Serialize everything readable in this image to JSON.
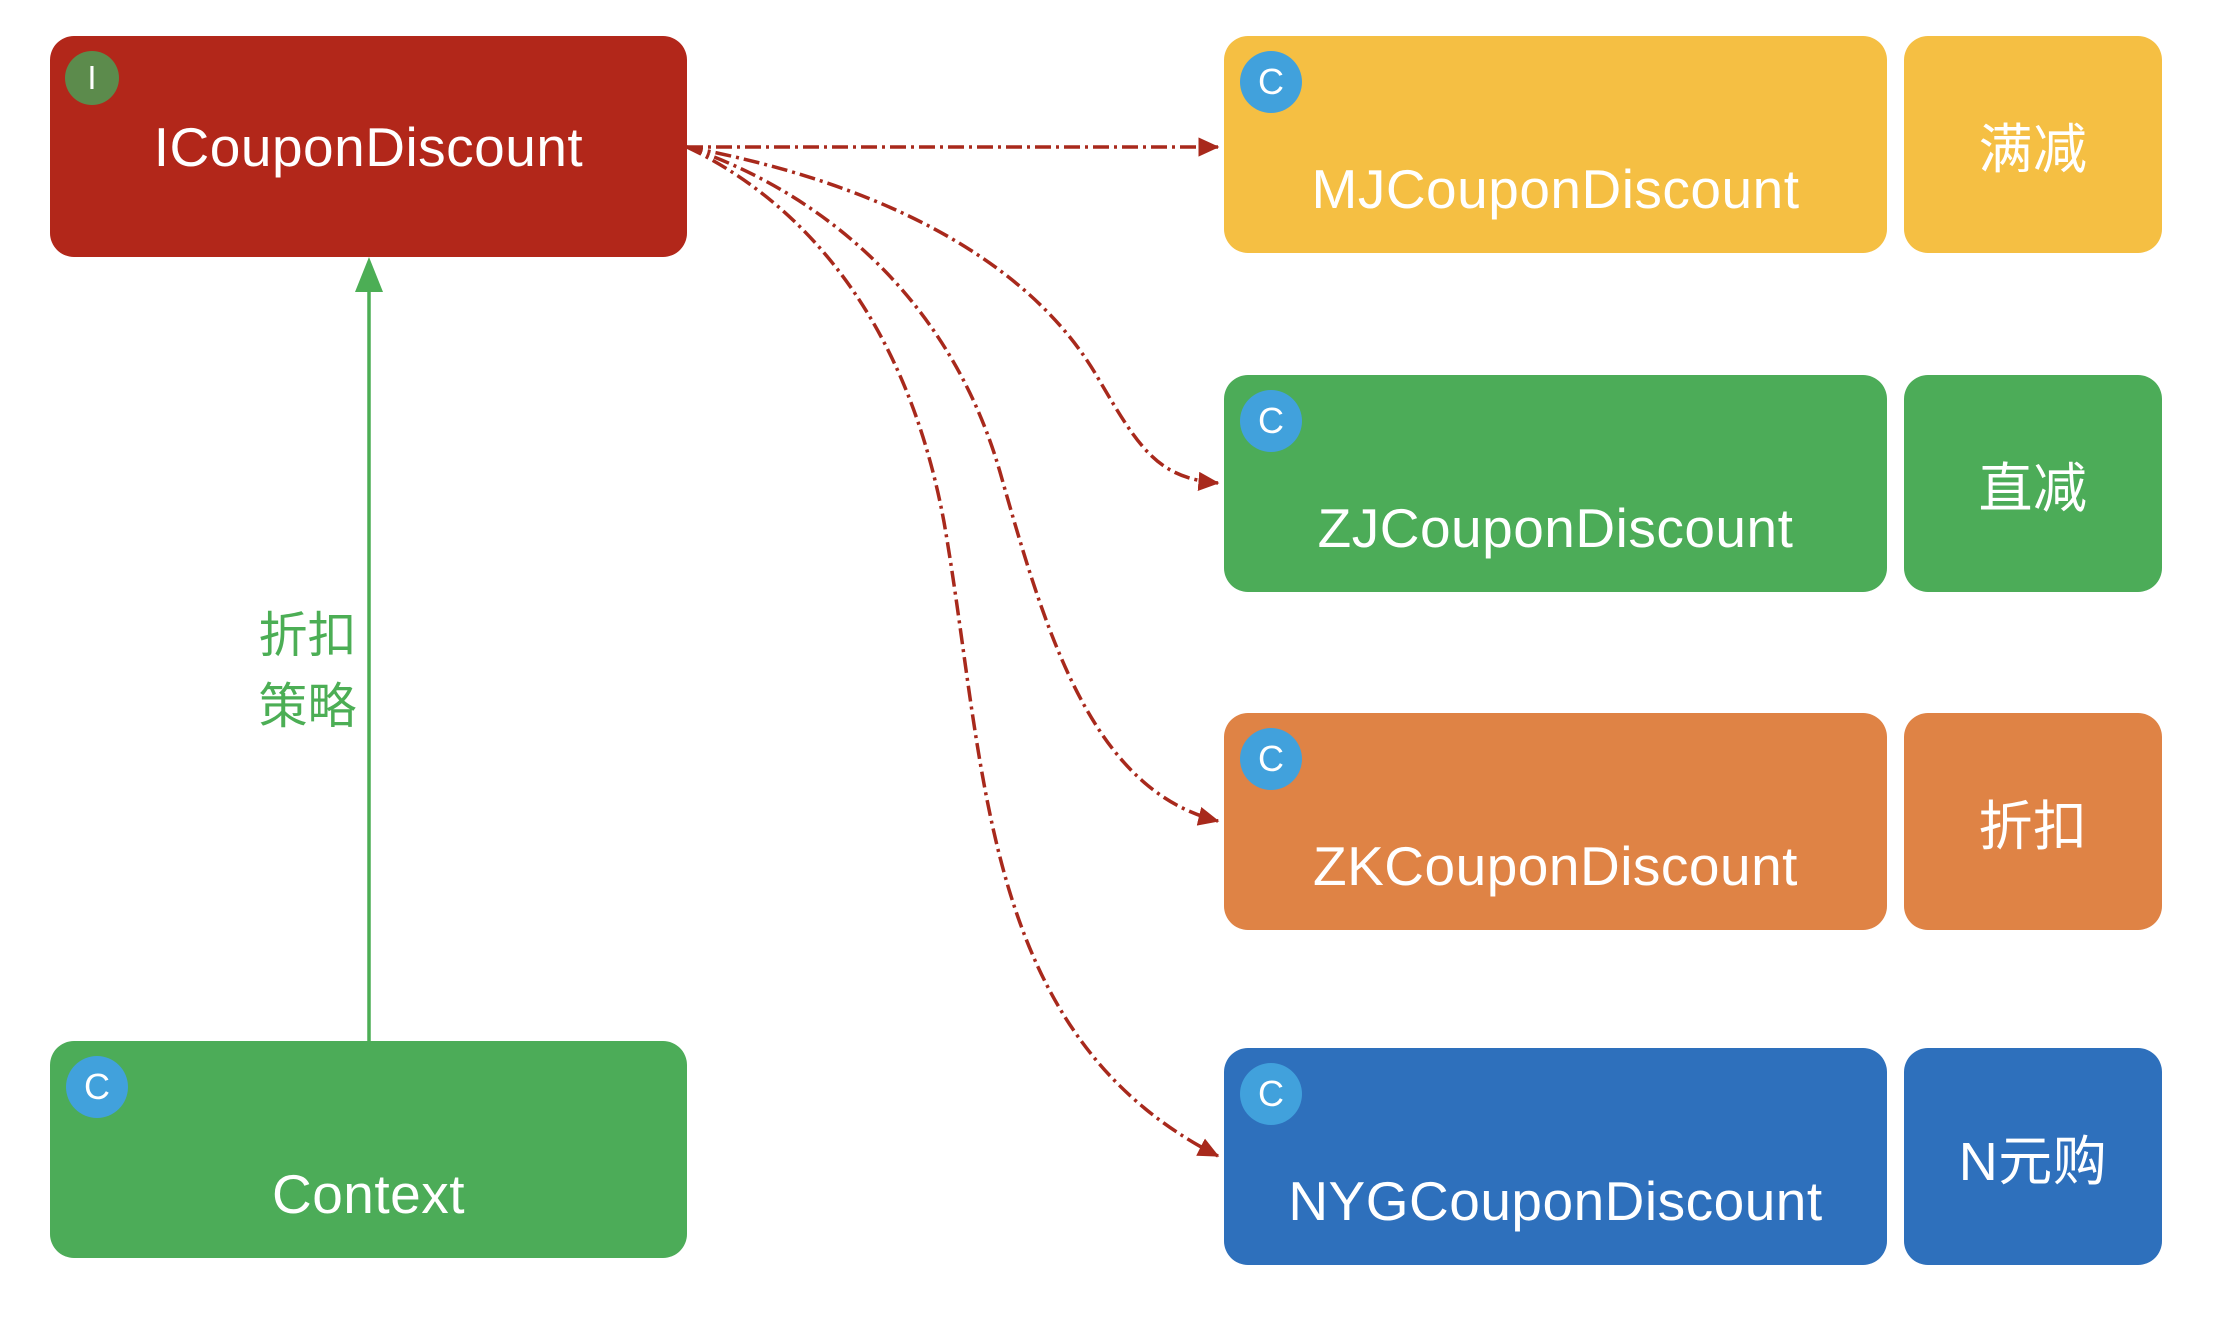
{
  "diagram": {
    "interface_box": {
      "badge": "I",
      "label": "ICouponDiscount"
    },
    "context_box": {
      "badge": "C",
      "label": "Context"
    },
    "strategy_label": [
      "折扣",
      "策略"
    ],
    "implementations": [
      {
        "badge": "C",
        "label": "MJCouponDiscount",
        "tag": "满减"
      },
      {
        "badge": "C",
        "label": "ZJCouponDiscount",
        "tag": "直减"
      },
      {
        "badge": "C",
        "label": "ZKCouponDiscount",
        "tag": "折扣"
      },
      {
        "badge": "C",
        "label": "NYGCouponDiscount",
        "tag": "N元购"
      }
    ],
    "colors": {
      "interface_red": "#B2271A",
      "context_green": "#4CAC58",
      "impl_yellow": "#F5BF43",
      "impl_green": "#4CAC58",
      "impl_orange": "#DF8345",
      "impl_blue": "#2E70BC",
      "badge_blue": "#41A1DC",
      "badge_olive": "#5C8B4C",
      "arrow_red": "#A8291C",
      "arrow_green": "#4CAE55"
    }
  }
}
